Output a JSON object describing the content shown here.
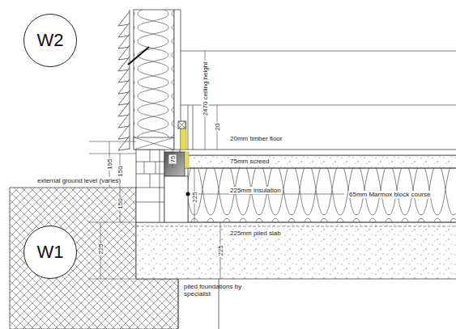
{
  "diagram": {
    "nodes": [
      {
        "text": [
          "W2"
        ]
      },
      {
        "text": [
          "W1"
        ]
      }
    ],
    "labels": [
      "20mm timber floor",
      "75mm screed",
      "225mm insulation",
      "65mm Marmox block course",
      "225mm piled slab",
      "piled foundations by specialist",
      "external ground level (varies)",
      "2470 ceiling height",
      "20",
      "195",
      "150",
      "150",
      "225",
      "225",
      "225",
      "75"
    ]
  }
}
